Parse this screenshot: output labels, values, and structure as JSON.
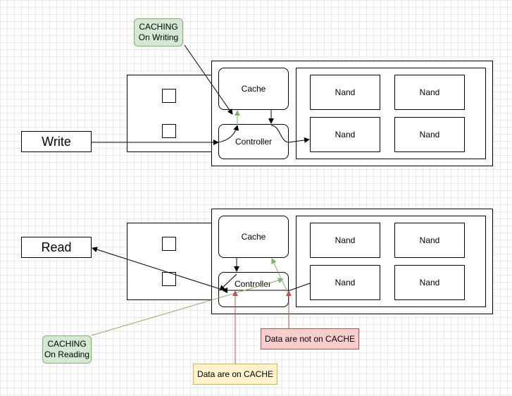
{
  "write_panel": {
    "input_label": "Write",
    "cache_label": "Cache",
    "controller_label": "Controller",
    "nand_labels": [
      "Nand",
      "Nand",
      "Nand",
      "Nand"
    ],
    "note": "CACHING\nOn Writing"
  },
  "read_panel": {
    "output_label": "Read",
    "cache_label": "Cache",
    "controller_label": "Controller",
    "nand_labels": [
      "Nand",
      "Nand",
      "Nand",
      "Nand"
    ],
    "note": "CACHING\nOn Reading",
    "miss_note": "Data are not on CACHE",
    "hit_note": "Data are on CACHE"
  },
  "colors": {
    "stroke": "#000000",
    "green_arrow": "#82b366",
    "red_arrow": "#b85450",
    "green_fill": "#d5e8d4",
    "red_fill": "#f8cecc",
    "yellow_fill": "#fff2cc"
  }
}
